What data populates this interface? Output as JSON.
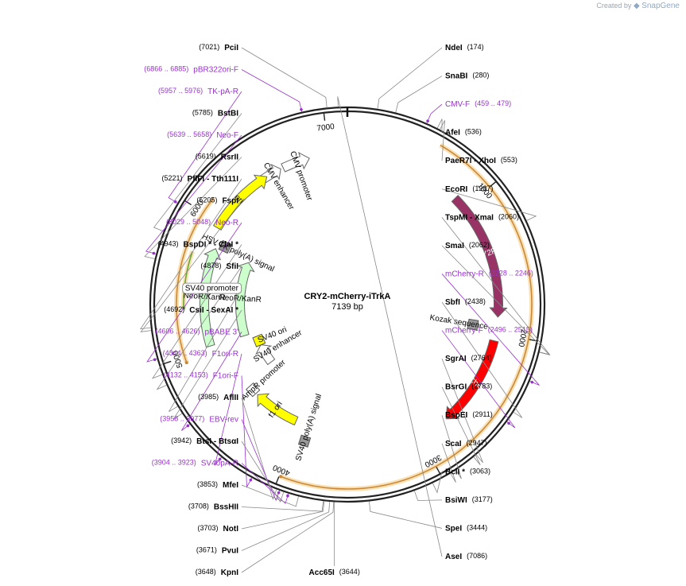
{
  "watermark": {
    "prefix": "Created by",
    "brand": "SnapGene"
  },
  "plasmid": {
    "name": "CRY2-mCherry-iTrkA",
    "length": "7139 bp"
  },
  "ruler": [
    {
      "label": "1000",
      "pos": 1000
    },
    {
      "label": "2000",
      "pos": 2000
    },
    {
      "label": "3000",
      "pos": 3000
    },
    {
      "label": "4000",
      "pos": 4000
    },
    {
      "label": "5000",
      "pos": 5000
    },
    {
      "label": "6000",
      "pos": 6000
    },
    {
      "label": "7000",
      "pos": 7000
    }
  ],
  "features": [
    {
      "label": "CMV enhancer",
      "start": 6460,
      "end": 6620,
      "dir": 1,
      "color": "#ffffff"
    },
    {
      "label": "CMV promoter",
      "start": 6640,
      "end": 6850,
      "dir": 1,
      "color": "#ffffff"
    },
    {
      "label": "CRY2PHR",
      "start": 900,
      "end": 1880,
      "dir": 1,
      "color": "#993366"
    },
    {
      "label": "Kozak sequence",
      "start": 1960,
      "end": 1970,
      "dir": 1,
      "color": "#999999"
    },
    {
      "label": "mCherry",
      "start": 2060,
      "end": 2760,
      "dir": 1,
      "color": "#ff0000"
    },
    {
      "label": "SV40 poly(A) signal",
      "start": 3870,
      "end": 3960,
      "dir": 1,
      "color": "#999999"
    },
    {
      "label": "f1 ori",
      "start": 4040,
      "end": 4460,
      "dir": 1,
      "color": "#ffff00"
    },
    {
      "label": "AmpR promoter",
      "start": 4470,
      "end": 4570,
      "dir": -1,
      "color": "#ffffff"
    },
    {
      "label": "SV40 enhancer",
      "start": 4620,
      "end": 4860,
      "dir": 1,
      "color": "#ffffff"
    },
    {
      "label": "SV40 ori",
      "start": 4870,
      "end": 4960,
      "dir": 1,
      "color": "#ffff00"
    },
    {
      "label": "NeoR/KanR",
      "start": 5020,
      "end": 5810,
      "dir": 1,
      "color": "#ccffcc"
    },
    {
      "label": "NeoR/KanR",
      "start": 5020,
      "end": 5810,
      "dir": 1,
      "color": "#ccffcc"
    },
    {
      "label": "HSV TK poly(A) signal",
      "start": 5830,
      "end": 5880,
      "dir": 1,
      "color": "#999999"
    },
    {
      "label": "ori",
      "start": 5960,
      "end": 6500,
      "dir": 1,
      "color": "#ffff00"
    }
  ],
  "orfs": [
    {
      "start": 600,
      "end": 3990,
      "dir": 1
    },
    {
      "start": 4960,
      "end": 6120,
      "dir": -1
    },
    {
      "start": 5330,
      "end": 5730,
      "dir": -1
    }
  ],
  "sites": [
    {
      "name": "AseI",
      "coord": "(7086)",
      "pos": 7086,
      "side": "right",
      "type": "enzyme"
    },
    {
      "name": "PciI",
      "coord": "(7021)",
      "pos": 7021,
      "side": "left",
      "type": "enzyme"
    },
    {
      "name": "pBR322ori-F",
      "coord": "(6866 .. 6885)",
      "pos": 6875,
      "side": "left",
      "type": "primer"
    },
    {
      "name": "NdeI",
      "coord": "(174)",
      "pos": 174,
      "side": "right",
      "type": "enzyme"
    },
    {
      "name": "SnaBI",
      "coord": "(280)",
      "pos": 280,
      "side": "right",
      "type": "enzyme"
    },
    {
      "name": "CMV-F",
      "coord": "(459 .. 479)",
      "pos": 469,
      "side": "right",
      "type": "primer"
    },
    {
      "name": "AfeI",
      "coord": "(536)",
      "pos": 536,
      "side": "right",
      "type": "enzyme"
    },
    {
      "name": "PaeR7I - XhoI",
      "coord": "(553)",
      "pos": 553,
      "side": "right",
      "type": "enzyme"
    },
    {
      "name": "EcoRI",
      "coord": "(1287)",
      "pos": 1287,
      "side": "right",
      "type": "enzyme"
    },
    {
      "name": "TspMI - XmaI",
      "coord": "(2060)",
      "pos": 2060,
      "side": "right",
      "type": "enzyme"
    },
    {
      "name": "SmaI",
      "coord": "(2062)",
      "pos": 2062,
      "side": "right",
      "type": "enzyme"
    },
    {
      "name": "mCherry-R",
      "coord": "(2228 .. 2246)",
      "pos": 2237,
      "side": "right",
      "type": "primer"
    },
    {
      "name": "SbfI",
      "coord": "(2438)",
      "pos": 2438,
      "side": "right",
      "type": "enzyme"
    },
    {
      "name": "mCherry-F",
      "coord": "(2496 .. 2515)",
      "pos": 2505,
      "side": "right",
      "type": "primer"
    },
    {
      "name": "SgrAI",
      "coord": "(2764)",
      "pos": 2764,
      "side": "right",
      "type": "enzyme"
    },
    {
      "name": "BsrGI",
      "coord": "(2783)",
      "pos": 2783,
      "side": "right",
      "type": "enzyme"
    },
    {
      "name": "BspEI",
      "coord": "(2911)",
      "pos": 2911,
      "side": "right",
      "type": "enzyme"
    },
    {
      "name": "ScaI",
      "coord": "(2947)",
      "pos": 2947,
      "side": "right",
      "type": "enzyme"
    },
    {
      "name": "BclI *",
      "coord": "(3063)",
      "pos": 3063,
      "side": "right",
      "type": "enzyme"
    },
    {
      "name": "BsiWI",
      "coord": "(3177)",
      "pos": 3177,
      "side": "right",
      "type": "enzyme"
    },
    {
      "name": "SpeI",
      "coord": "(3444)",
      "pos": 3444,
      "side": "right",
      "type": "enzyme"
    },
    {
      "name": "Acc65I",
      "coord": "(3644)",
      "pos": 3644,
      "side": "bottom",
      "type": "enzyme"
    },
    {
      "name": "KpnI",
      "coord": "(3648)",
      "pos": 3648,
      "side": "left",
      "type": "enzyme"
    },
    {
      "name": "PvuI",
      "coord": "(3671)",
      "pos": 3671,
      "side": "left",
      "type": "enzyme"
    },
    {
      "name": "NotI",
      "coord": "(3703)",
      "pos": 3703,
      "side": "left",
      "type": "enzyme"
    },
    {
      "name": "BssHII",
      "coord": "(3708)",
      "pos": 3708,
      "side": "left",
      "type": "enzyme"
    },
    {
      "name": "MfeI",
      "coord": "(3853)",
      "pos": 3853,
      "side": "left",
      "type": "enzyme"
    },
    {
      "name": "SV40pA-R",
      "coord": "(3904 .. 3923)",
      "pos": 3913,
      "side": "left",
      "type": "primer"
    },
    {
      "name": "BtsI - BtsαI",
      "coord": "(3942)",
      "pos": 3942,
      "side": "left",
      "type": "enzyme"
    },
    {
      "name": "EBV-rev",
      "coord": "(3958 .. 3977)",
      "pos": 3967,
      "side": "left",
      "type": "primer"
    },
    {
      "name": "AflII",
      "coord": "(3985)",
      "pos": 3985,
      "side": "left",
      "type": "enzyme"
    },
    {
      "name": "F1ori-F",
      "coord": "(4132 .. 4153)",
      "pos": 4142,
      "side": "left",
      "type": "primer"
    },
    {
      "name": "F1ori-R",
      "coord": "(4344 .. 4363)",
      "pos": 4353,
      "side": "left",
      "type": "primer"
    },
    {
      "name": "pBABE 3'",
      "coord": "(4606 .. 4626)",
      "pos": 4616,
      "side": "left",
      "type": "primer"
    },
    {
      "name": "CsiI - SexAI *",
      "coord": "(4692)",
      "pos": 4692,
      "side": "left",
      "type": "enzyme"
    },
    {
      "name": "SV40 promoter",
      "coord": "",
      "pos": 4740,
      "side": "left",
      "type": "boxed"
    },
    {
      "name": "SfiI",
      "coord": "(4878)",
      "pos": 4878,
      "side": "left",
      "type": "enzyme"
    },
    {
      "name": "BspDI * - ClaI *",
      "coord": "(4943)",
      "pos": 4943,
      "side": "left",
      "type": "enzyme"
    },
    {
      "name": "Neo-R",
      "coord": "(5029 .. 5048)",
      "pos": 5038,
      "side": "left",
      "type": "primer"
    },
    {
      "name": "FspI",
      "coord": "(5205)",
      "pos": 5205,
      "side": "left",
      "type": "enzyme"
    },
    {
      "name": "PflFI - Tth111I",
      "coord": "(5221)",
      "pos": 5221,
      "side": "left",
      "type": "enzyme"
    },
    {
      "name": "RsrII",
      "coord": "(5619)",
      "pos": 5619,
      "side": "left",
      "type": "enzyme"
    },
    {
      "name": "Neo-F",
      "coord": "(5639 .. 5658)",
      "pos": 5648,
      "side": "left",
      "type": "primer"
    },
    {
      "name": "BstBI",
      "coord": "(5785)",
      "pos": 5785,
      "side": "left",
      "type": "enzyme"
    },
    {
      "name": "TK-pA-R",
      "coord": "(5957 .. 5976)",
      "pos": 5966,
      "side": "left",
      "type": "primer"
    }
  ],
  "colors": {
    "primer": "#9933cc",
    "enzyme": "#000000",
    "coord": "#000000",
    "backbone": "#222222",
    "orf": "#f5c780",
    "leader": "#888888"
  }
}
